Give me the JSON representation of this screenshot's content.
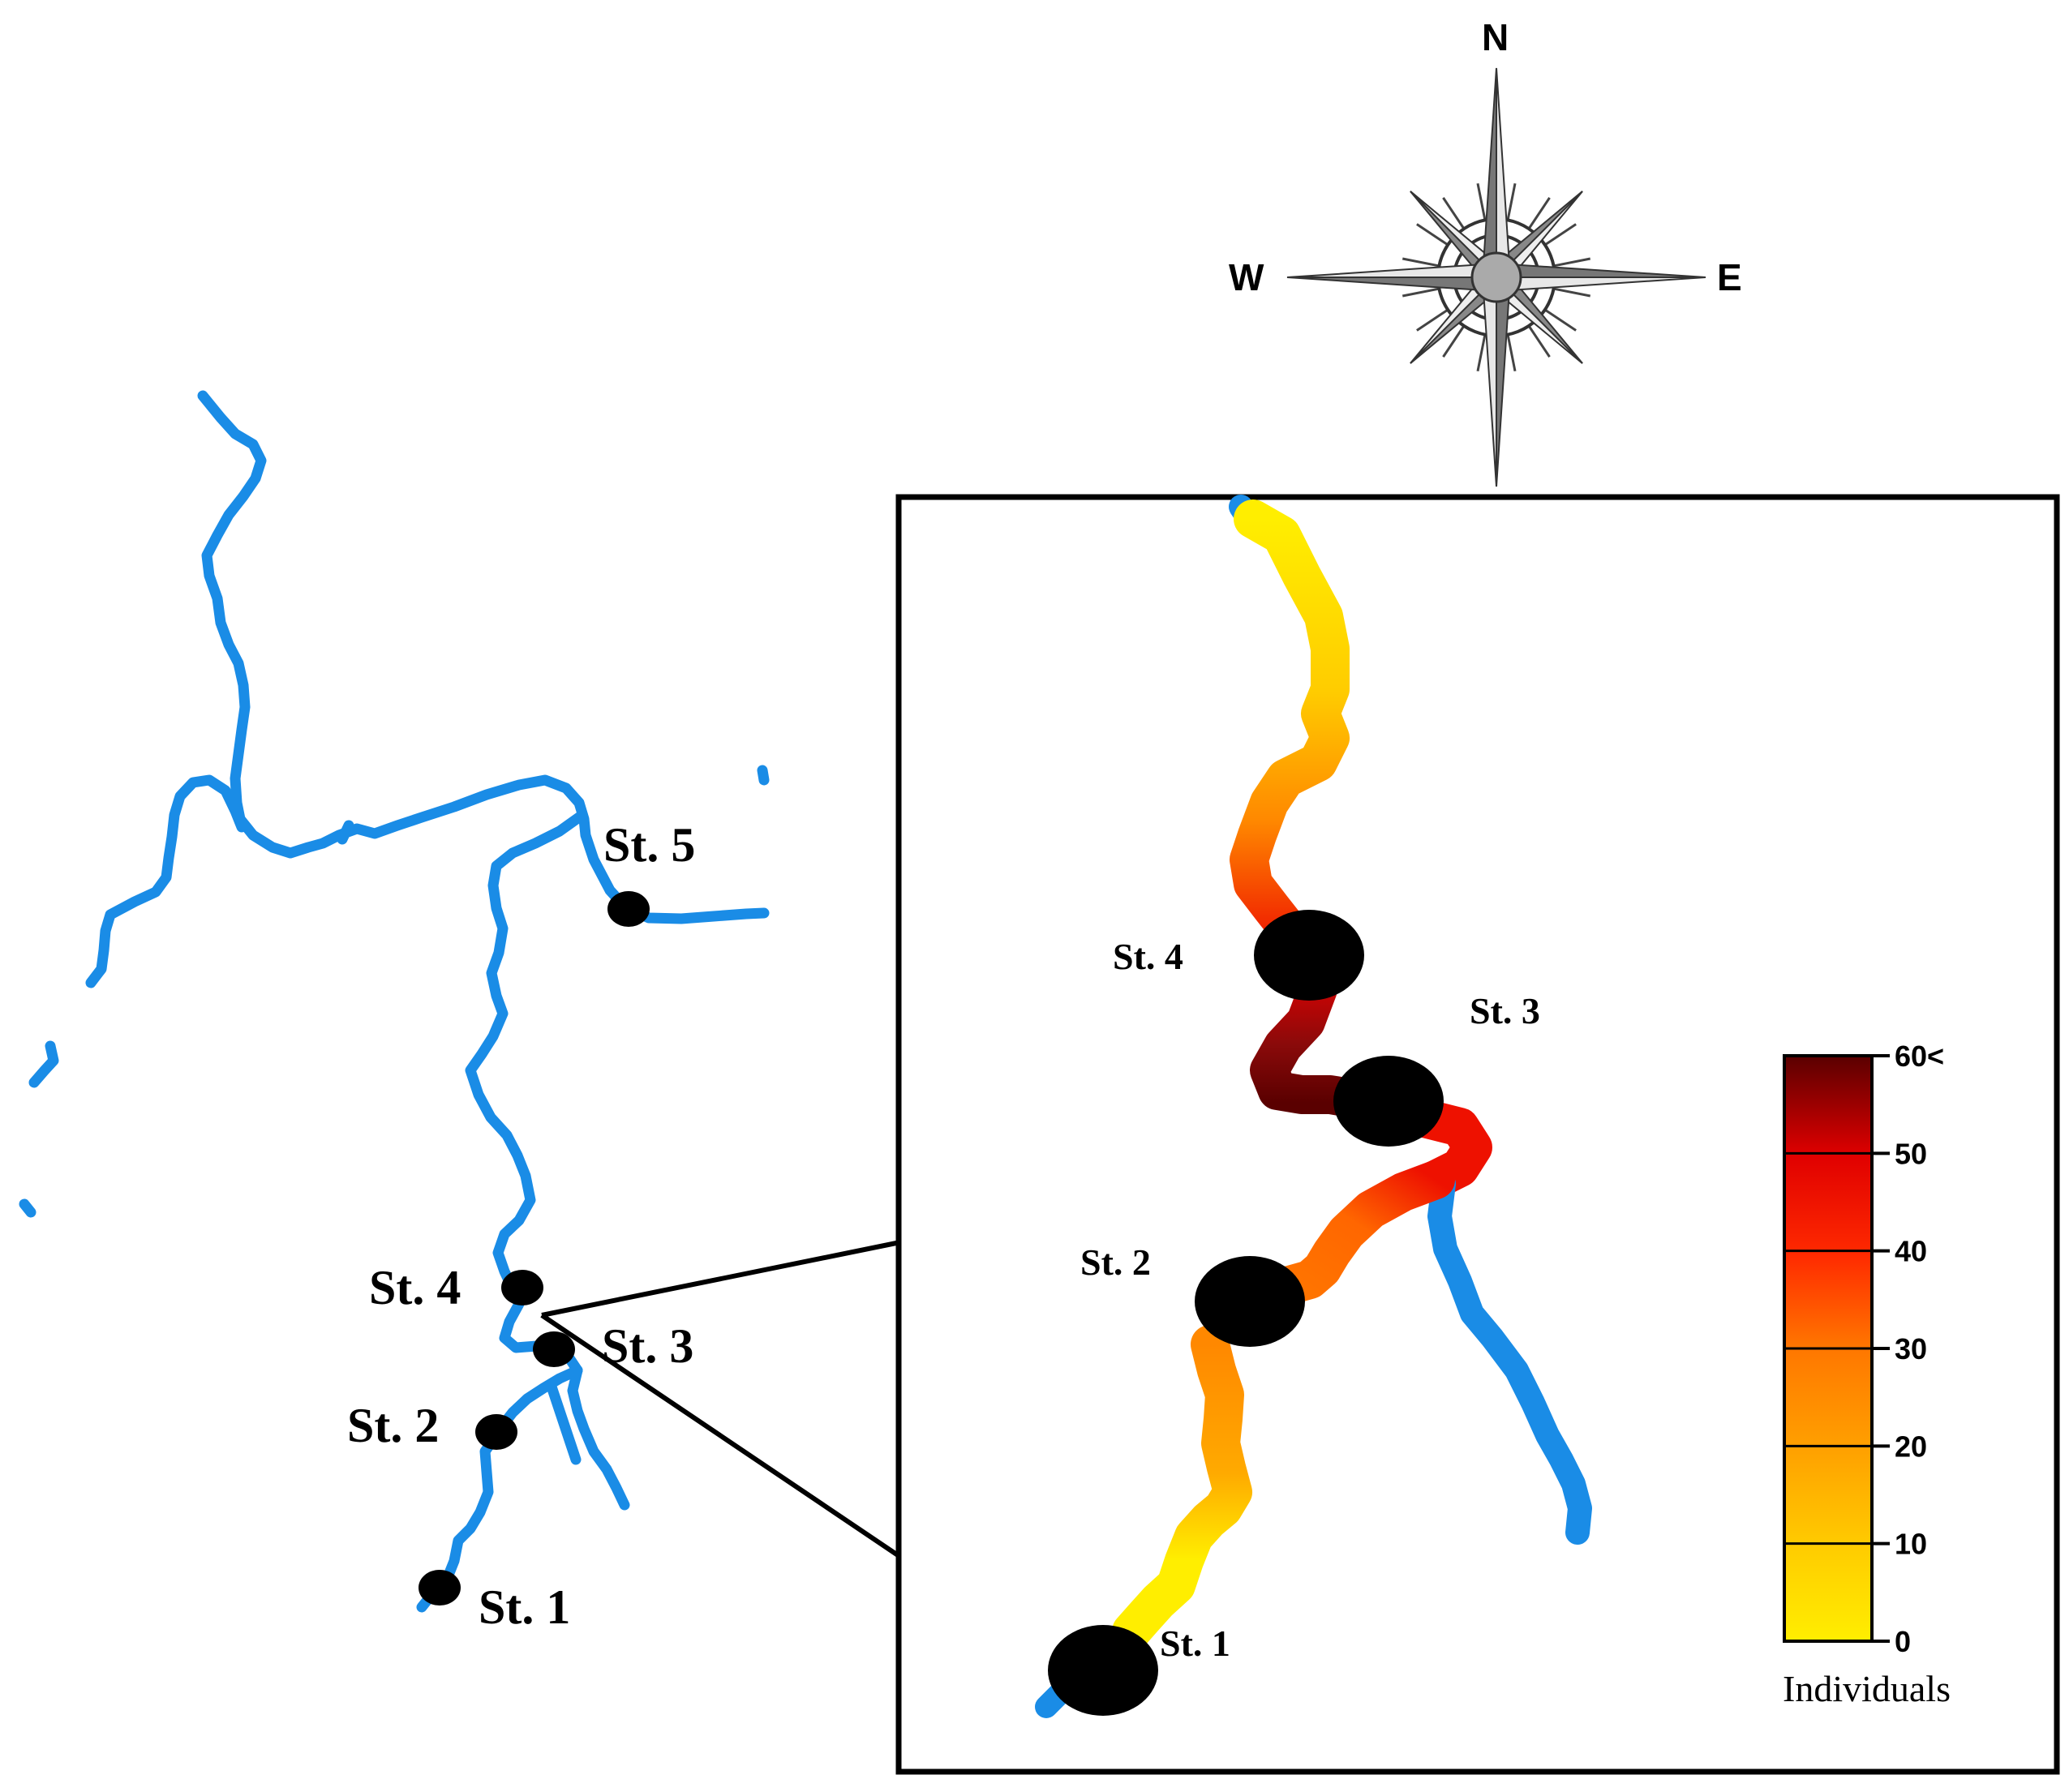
{
  "overview_map": {
    "stations": [
      {
        "id": "st1",
        "label": "St. 1"
      },
      {
        "id": "st2",
        "label": "St. 2"
      },
      {
        "id": "st3",
        "label": "St. 3"
      },
      {
        "id": "st4",
        "label": "St. 4"
      },
      {
        "id": "st5",
        "label": "St. 5"
      }
    ],
    "river_color": "#1a8ce6"
  },
  "inset_map": {
    "stations": [
      {
        "id": "st1",
        "label": "St. 1"
      },
      {
        "id": "st2",
        "label": "St. 2"
      },
      {
        "id": "st3",
        "label": "St. 3"
      },
      {
        "id": "st4",
        "label": "St. 4"
      }
    ],
    "river_color": "#1a8ce6",
    "segment_values": {
      "upstream_of_st4": [
        5,
        8,
        12,
        25,
        40
      ],
      "st4_to_st3": [
        45,
        55,
        60
      ],
      "st3_to_st2": [
        45,
        30,
        28
      ],
      "st2_to_st1": [
        25,
        20,
        10,
        3
      ]
    }
  },
  "compass": {
    "north": "N",
    "south": "",
    "east": "E",
    "west": "W"
  },
  "legend": {
    "title": "Individuals",
    "scale": "continuous",
    "min": 0,
    "max": 60,
    "ticks": [
      "0",
      "10",
      "20",
      "30",
      "40",
      "50",
      "60<"
    ],
    "colors": [
      "#ffee00",
      "#ffcc00",
      "#ffaa00",
      "#ff7700",
      "#ff3300",
      "#ee0000",
      "#5a0000"
    ]
  }
}
